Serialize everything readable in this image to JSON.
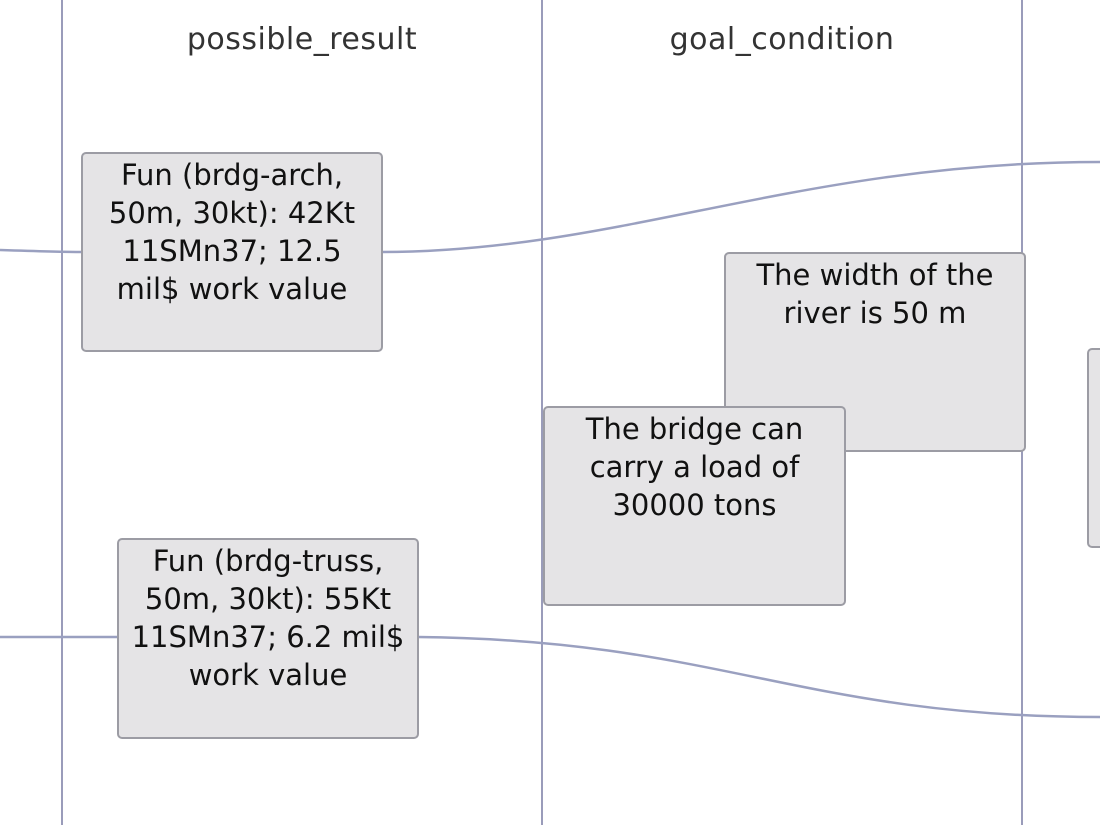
{
  "columns": {
    "possible_result": "possible_result",
    "goal_condition": "goal_condition"
  },
  "nodes": {
    "arch": "Fun (brdg-arch, 50m, 30kt): 42Kt 11SMn37; 12.5 mil$ work value",
    "truss": "Fun (brdg-truss, 50m, 30kt): 55Kt 11SMn37; 6.2 mil$ work value",
    "river_width": "The width of the river is 50 m",
    "bridge_load": "The bridge can carry a load of 30000 tons"
  },
  "colors": {
    "edge": "#9aa0c0",
    "lane_line": "#9a9cba",
    "node_fill": "#e5e4e6",
    "node_border": "#9c9ca4"
  }
}
